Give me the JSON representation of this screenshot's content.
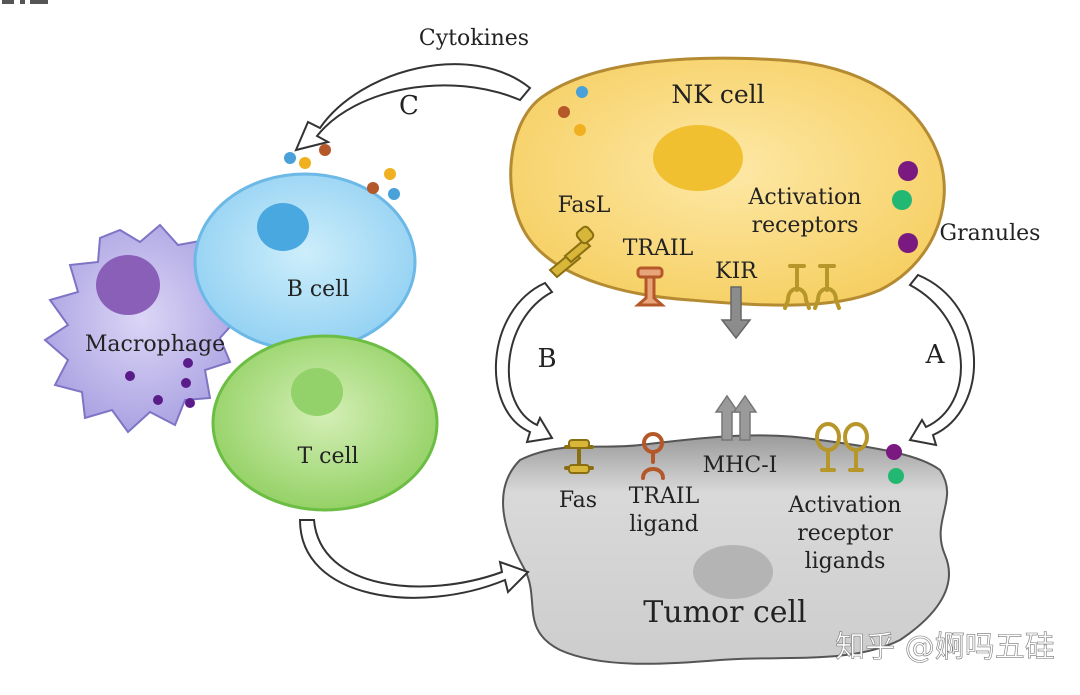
{
  "labels": {
    "cytokines": "Cytokines",
    "nk_cell": "NK cell",
    "fasl": "FasL",
    "trail": "TRAIL",
    "kir": "KIR",
    "activation_receptors_1": "Activation",
    "activation_receptors_2": "receptors",
    "granules": "Granules",
    "b_cell": "B cell",
    "macrophage": "Macrophage",
    "t_cell": "T cell",
    "fas": "Fas",
    "trail_ligand_1": "TRAIL",
    "trail_ligand_2": "ligand",
    "mhc_i": "MHC-I",
    "act_ligands_1": "Activation",
    "act_ligands_2": "receptor",
    "act_ligands_3": "ligands",
    "tumor_cell": "Tumor cell"
  },
  "pathway_letters": {
    "a": "A",
    "b": "B",
    "c": "C"
  },
  "watermark": "知乎 @婀吗五硅",
  "colors": {
    "nk_cell": "#f9d97a",
    "nk_nucleus": "#f0c030",
    "b_cell": "#a7dcf5",
    "b_nucleus": "#4aa8e0",
    "t_cell": "#a9dc7a",
    "t_nucleus": "#93d26a",
    "macrophage": "#bcb6ea",
    "macrophage_nucleus": "#8a5fb8",
    "tumor_cell": "#d3d3d3",
    "tumor_nucleus": "#b4b4b4",
    "granule_purple": "#7a1a80",
    "granule_green": "#22b873",
    "receptor_gold": "#b7962a",
    "receptor_orange": "#b4582a"
  },
  "icons": [
    "cytokine-dots",
    "fasl-receptor",
    "trail-receptor",
    "kir-arrow",
    "mhc-i-arrows",
    "activation-receptor",
    "granule-dot"
  ]
}
